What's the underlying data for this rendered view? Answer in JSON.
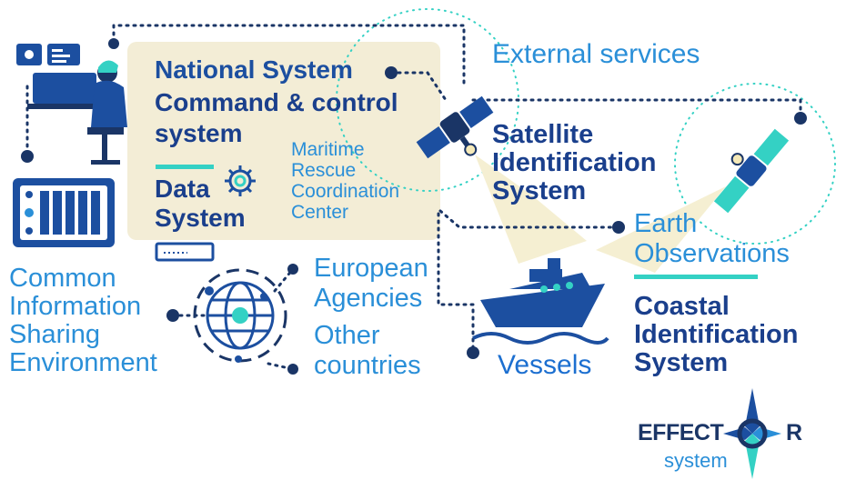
{
  "national": {
    "title": "National System",
    "command": [
      "Command & control",
      "system"
    ],
    "data_system": [
      "Data",
      "System"
    ],
    "mrcc": [
      "Maritime",
      "Rescue",
      "Coordination",
      "Center"
    ]
  },
  "external_services": "External services",
  "satellite": [
    "Satellite",
    "Identification",
    "System"
  ],
  "earth_observations": [
    "Earth",
    "Observations"
  ],
  "coastal": [
    "Coastal",
    "Identification",
    "System"
  ],
  "vessels": "Vessels",
  "cise": [
    "Common",
    "Information",
    "Sharing",
    "Environment"
  ],
  "european_agencies": [
    "European",
    "Agencies"
  ],
  "other_countries": [
    "Other",
    "countries"
  ],
  "logo": {
    "text_left": "EFFECT",
    "text_right": "R",
    "sub": "system"
  },
  "colors": {
    "navy": "#1a3f8c",
    "light_blue": "#2a8fd8",
    "teal": "#34d1c4",
    "panel": "#f3edd6",
    "dark": "#1a3566"
  }
}
